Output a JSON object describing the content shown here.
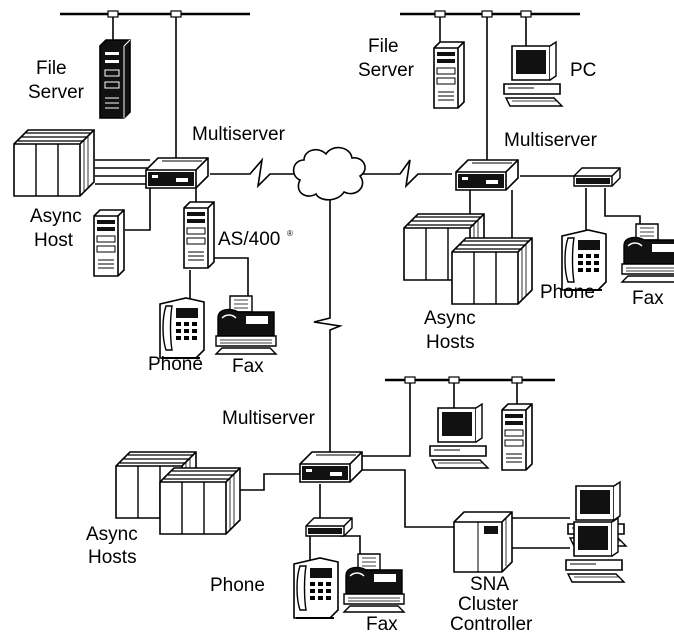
{
  "labels": {
    "file_server_left": [
      "File",
      "Server"
    ],
    "file_server_right": [
      "File",
      "Server"
    ],
    "pc": "PC",
    "multiserver_left": "Multiserver",
    "multiserver_right": "Multiserver",
    "multiserver_bottom": "Multiserver",
    "async_host_left": [
      "Async",
      "Host"
    ],
    "as400": "AS/400",
    "as400_mark": "®",
    "phone_left": "Phone",
    "fax_left": "Fax",
    "async_hosts_right": [
      "Async",
      "Hosts"
    ],
    "phone_right": "Phone",
    "fax_right": "Fax",
    "async_hosts_bottom": [
      "Async",
      "Hosts"
    ],
    "phone_bottom": "Phone",
    "fax_bottom": "Fax",
    "sna": [
      "SNA",
      "Cluster",
      "Controller"
    ]
  }
}
